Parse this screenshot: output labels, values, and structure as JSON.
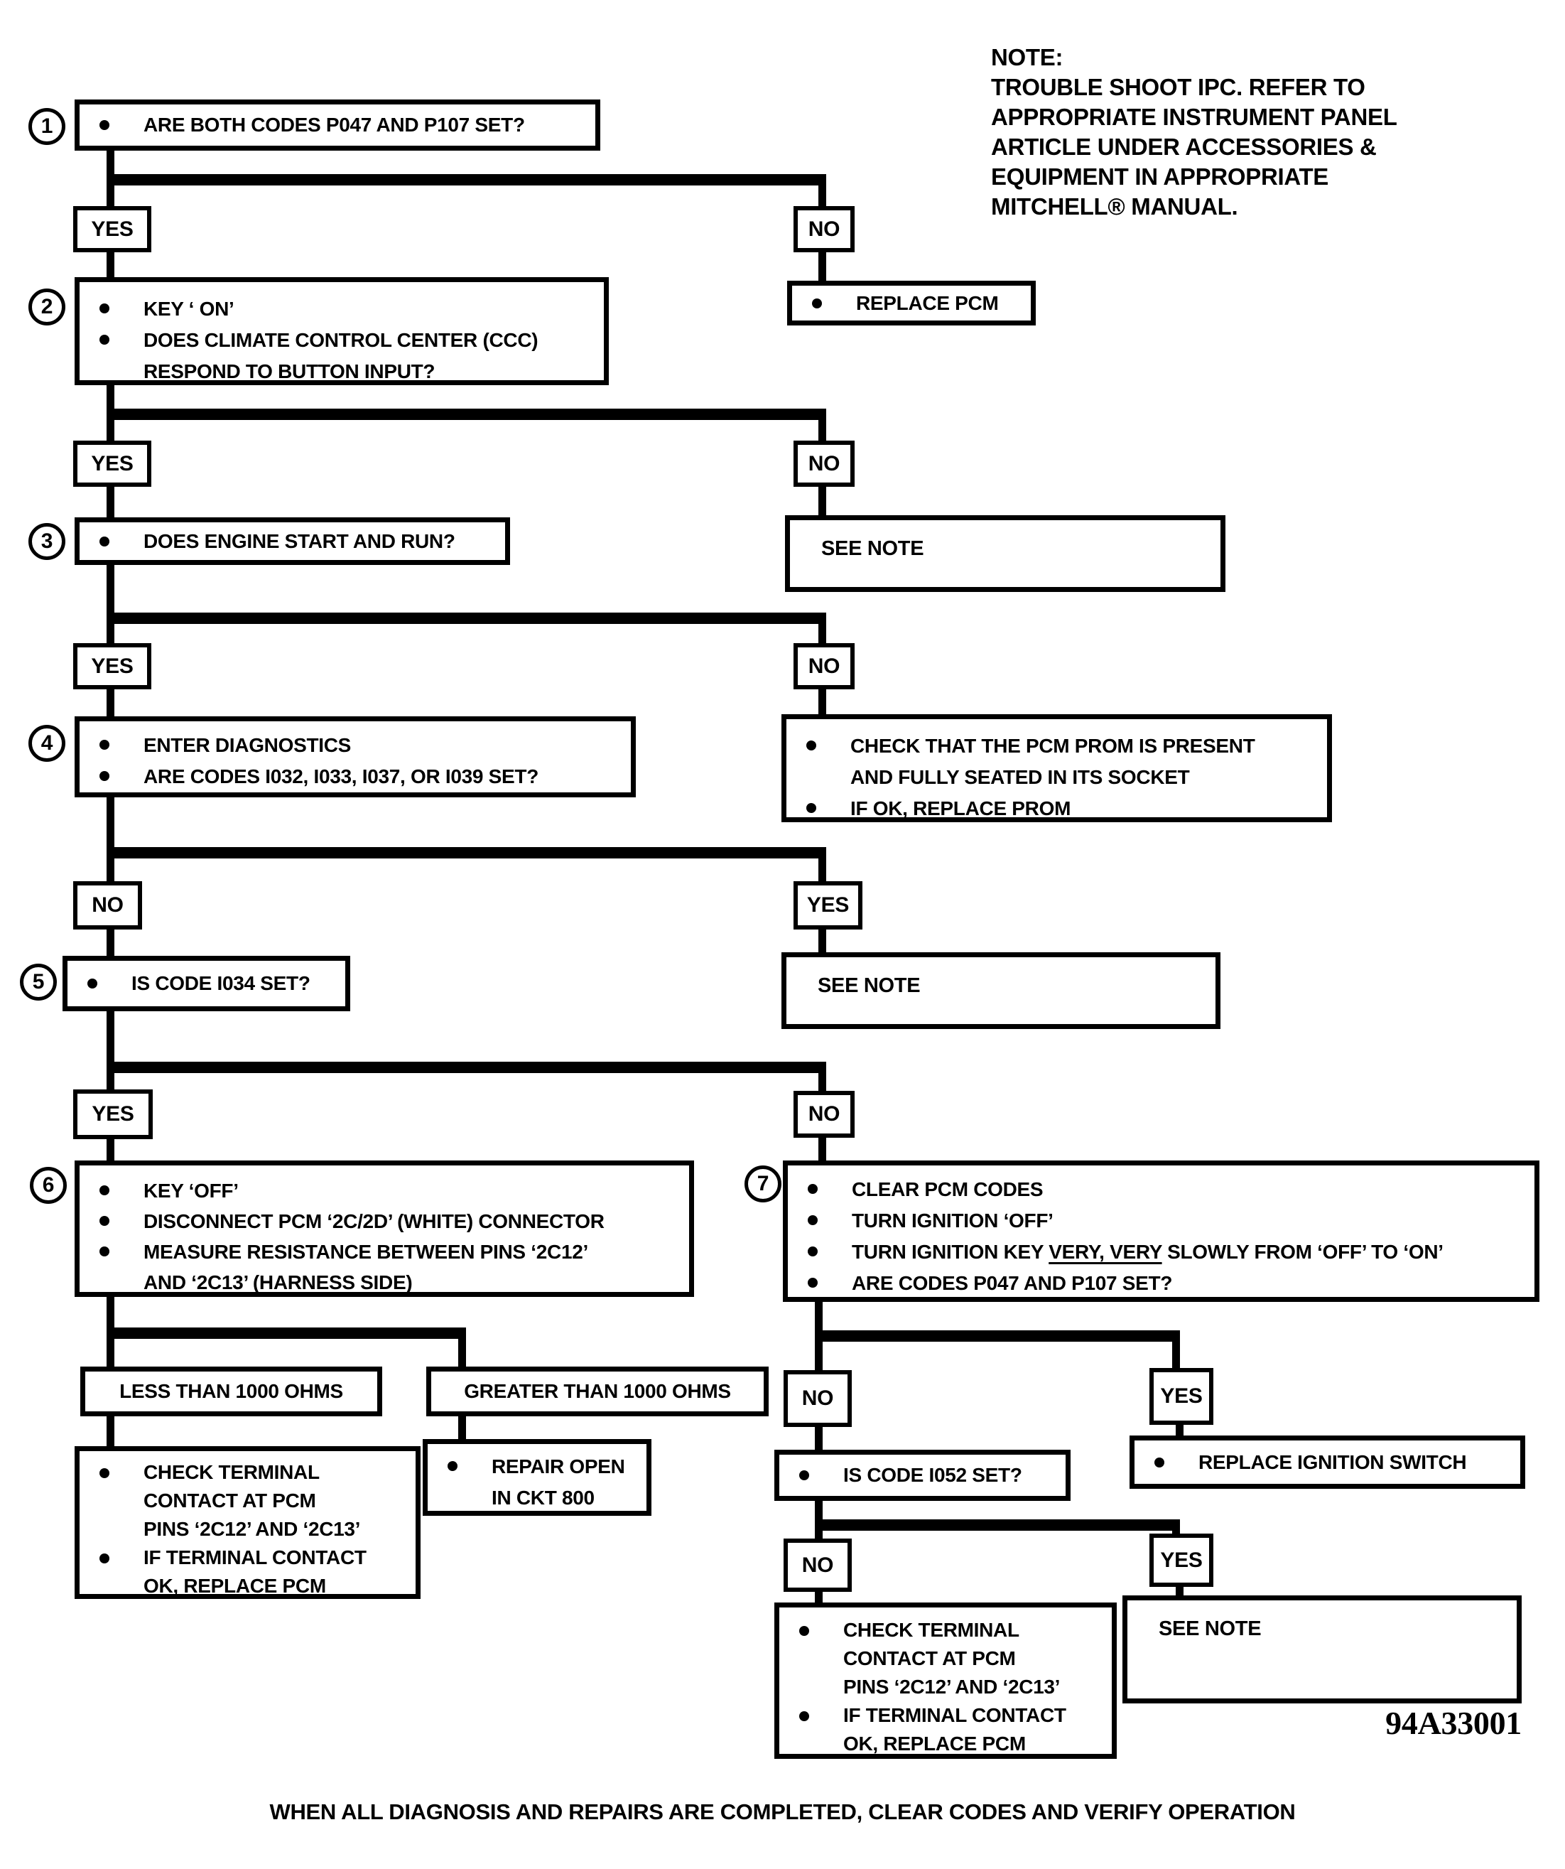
{
  "note": {
    "label": "NOTE:",
    "lines": [
      "TROUBLE SHOOT IPC. REFER TO",
      "APPROPRIATE INSTRUMENT PANEL",
      "ARTICLE UNDER ACCESSORIES &",
      "EQUIPMENT IN APPROPRIATE",
      "MITCHELL® MANUAL."
    ]
  },
  "labels": {
    "yes": "YES",
    "no": "NO",
    "see_note": "SEE NOTE"
  },
  "steps": {
    "s1": "1",
    "s2": "2",
    "s3": "3",
    "s4": "4",
    "s5": "5",
    "s6": "6",
    "s7": "7"
  },
  "flow": {
    "q1": {
      "text": "ARE BOTH CODES P047 AND P107 SET?"
    },
    "replace_pcm": {
      "text": "REPLACE PCM"
    },
    "q2": {
      "b1": "KEY ‘ ON’",
      "b2": [
        "DOES CLIMATE CONTROL CENTER (CCC)",
        "RESPOND TO BUTTON INPUT?"
      ]
    },
    "q3": {
      "text": "DOES ENGINE START AND RUN?"
    },
    "check_prom": {
      "b1": [
        "CHECK THAT THE PCM PROM IS PRESENT",
        "AND FULLY SEATED IN ITS SOCKET"
      ],
      "b2": "IF OK, REPLACE PROM"
    },
    "q4": {
      "b1": "ENTER DIAGNOSTICS",
      "b2": "ARE CODES I032, I033, I037, OR I039 SET?"
    },
    "q5": {
      "text": "IS CODE I034 SET?"
    },
    "q6": {
      "b1": "KEY ‘OFF’",
      "b2": "DISCONNECT PCM ‘2C/2D’ (WHITE) CONNECTOR",
      "b3": [
        "MEASURE RESISTANCE BETWEEN PINS ‘2C12’",
        "AND ‘2C13’ (HARNESS SIDE)"
      ]
    },
    "q7": {
      "b1": "CLEAR PCM CODES",
      "b2": "TURN IGNITION ‘OFF’",
      "b3_pre": "TURN IGNITION KEY ",
      "b3_underline": "VERY, VERY",
      "b3_post": " SLOWLY FROM ‘OFF’ TO ‘ON’",
      "b4": "ARE CODES P047 AND P107 SET?"
    },
    "less_1000": {
      "text": "LESS THAN 1000 OHMS"
    },
    "greater_1000": {
      "text": "GREATER THAN 1000 OHMS"
    },
    "check_terminal": {
      "b1": [
        "CHECK TERMINAL",
        "CONTACT AT PCM",
        "PINS ‘2C12’ AND ‘2C13’"
      ],
      "b2": [
        "IF TERMINAL CONTACT",
        "OK, REPLACE PCM"
      ]
    },
    "repair_open": {
      "lines": [
        "REPAIR OPEN",
        "IN CKT 800"
      ]
    },
    "q_i052": {
      "text": "IS CODE I052 SET?"
    },
    "replace_ignition": {
      "text": "REPLACE IGNITION SWITCH"
    }
  },
  "figure_id": "94A33001",
  "footer": "WHEN ALL DIAGNOSIS AND REPAIRS ARE COMPLETED, CLEAR CODES AND VERIFY OPERATION"
}
